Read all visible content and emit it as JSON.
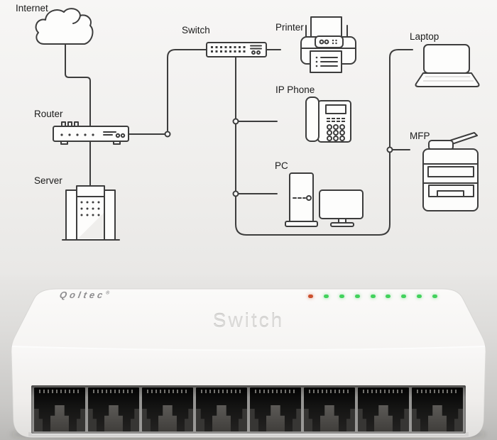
{
  "diagram": {
    "line_color": "#3d3d3d",
    "nodes": {
      "internet": {
        "label": "Internet",
        "icon": "cloud-icon"
      },
      "switch": {
        "label": "Switch",
        "icon": "network-switch-icon"
      },
      "router": {
        "label": "Router",
        "icon": "router-icon"
      },
      "server": {
        "label": "Server",
        "icon": "server-icon"
      },
      "printer": {
        "label": "Printer",
        "icon": "printer-icon"
      },
      "ip_phone": {
        "label": "IP Phone",
        "icon": "ip-phone-icon"
      },
      "pc": {
        "label": "PC",
        "icon": "desktop-pc-icon"
      },
      "laptop": {
        "label": "Laptop",
        "icon": "laptop-icon"
      },
      "mfp": {
        "label": "MFP",
        "icon": "mfp-copier-icon"
      }
    }
  },
  "device": {
    "brand": "Qoltec",
    "brand_mark": "®",
    "panel_label": "Switch",
    "port_count": 8,
    "led_colors": [
      "#cc512e",
      "#42d25c",
      "#42d25c",
      "#42d25c",
      "#42d25c",
      "#42d25c",
      "#42d25c",
      "#42d25c",
      "#42d25c"
    ]
  }
}
